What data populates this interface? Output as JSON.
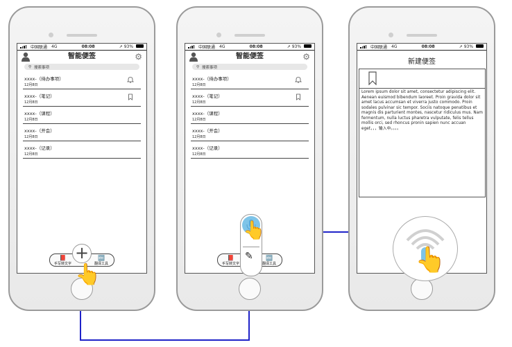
{
  "list_screen": {
    "status": {
      "carrier": "中国联通",
      "network": "4G",
      "time": "08:08",
      "battery": "93%"
    },
    "title": "智能便签",
    "search_placeholder": "搜索事项",
    "items": [
      {
        "title": "xxxx-（待办事项）",
        "date": "12月8日",
        "icon": "bell-icon"
      },
      {
        "title": "xxxx-（笔记）",
        "date": "12月8日",
        "icon": "bookmark-icon"
      },
      {
        "title": "xxxx-（课程）",
        "date": "12月8日",
        "icon": ""
      },
      {
        "title": "xxxx-（开会）",
        "date": "12月8日",
        "icon": ""
      },
      {
        "title": "xxxx-（记录）",
        "date": "12月8日",
        "icon": ""
      }
    ],
    "bottom": {
      "left_label": "手写转文字",
      "right_label": "翻译工具",
      "center_icon": "plus-icon"
    }
  },
  "editor_screen": {
    "status": {
      "carrier": "中国联通",
      "network": "4G",
      "time": "08:08",
      "battery": "93%"
    },
    "title": "新建便签",
    "body_text": "Lorem ipsum dolor sit amet, consectetur adipiscing elit. Aenean euismod bibendum laoreet. Proin gravida dolor sit amet lacus accumsan et viverra justo commodo. Proin sodales pulvinar sic tempor. Sociis natoque penatibus et magnis dis parturient montes, nascetur ridiculus mus. Nam fermentum, nulla luctus pharetra vulputate, felis tellus mollis orci, sed rhoncus pronin sapien nunc accuan eget，，，输入中。。。。"
  },
  "colors": {
    "connector": "#1e22c8",
    "mic_accent": "#7ec4e8"
  }
}
